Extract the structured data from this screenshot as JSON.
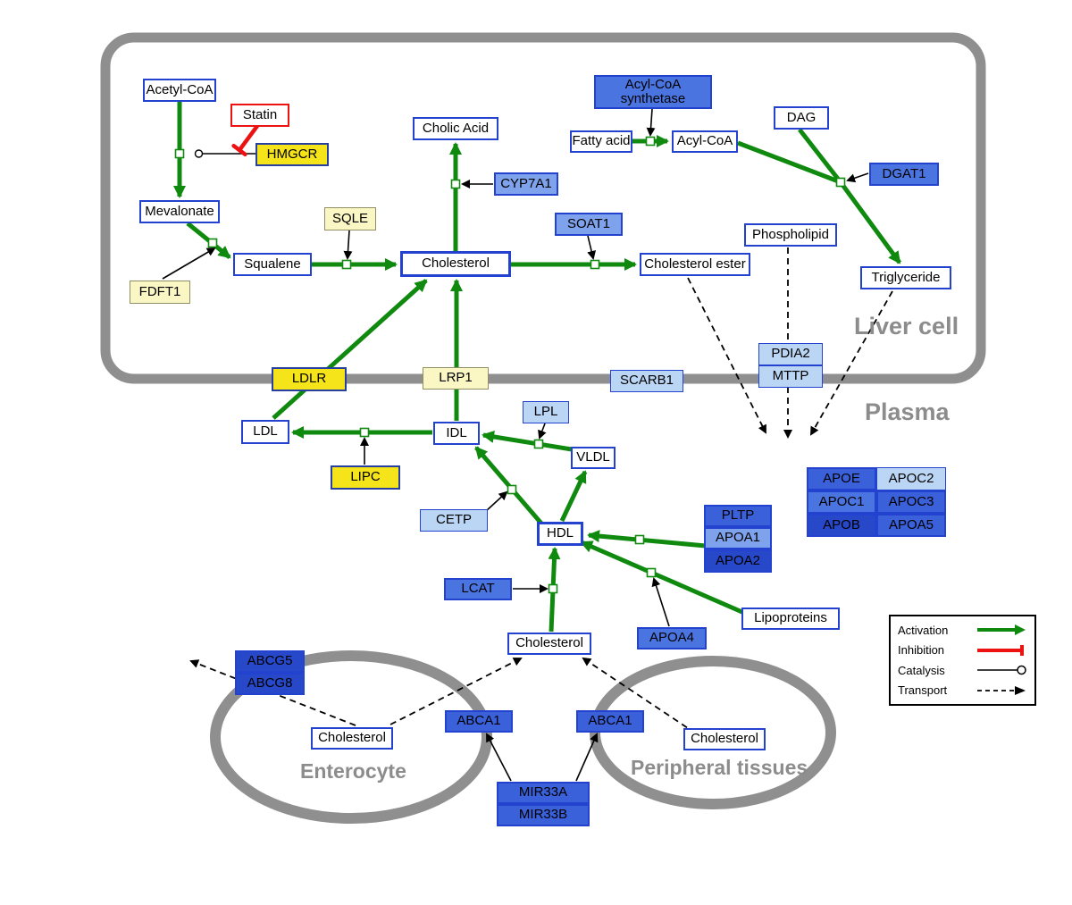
{
  "regions": {
    "liver_cell": "Liver cell",
    "plasma": "Plasma",
    "enterocyte": "Enterocyte",
    "peripheral_tissues": "Peripheral tissues"
  },
  "nodes": {
    "acetyl_coa": "Acetyl-CoA",
    "statin": "Statin",
    "hmgcr": "HMGCR",
    "mevalonate": "Mevalonate",
    "fdft1": "FDFT1",
    "squalene": "Squalene",
    "sqle": "SQLE",
    "cholesterol": "Cholesterol",
    "cholic_acid": "Cholic Acid",
    "cyp7a1": "CYP7A1",
    "acyl_coa_synthetase": "Acyl-CoA synthetase",
    "fatty_acid": "Fatty acid",
    "acyl_coa": "Acyl-CoA",
    "dag": "DAG",
    "dgat1": "DGAT1",
    "soat1": "SOAT1",
    "cholesterol_ester": "Cholesterol ester",
    "phospholipid": "Phospholipid",
    "triglyceride": "Triglyceride",
    "ldlr": "LDLR",
    "lrp1": "LRP1",
    "scarb1": "SCARB1",
    "pdia2": "PDIA2",
    "mttp": "MTTP",
    "ldl": "LDL",
    "idl": "IDL",
    "lpl": "LPL",
    "vldl": "VLDL",
    "lipc": "LIPC",
    "cetp": "CETP",
    "hdl": "HDL",
    "pltp": "PLTP",
    "apoa1": "APOA1",
    "apoa2": "APOA2",
    "apoe": "APOE",
    "apoc2": "APOC2",
    "apoc1": "APOC1",
    "apoc3": "APOC3",
    "apob": "APOB",
    "apoa5": "APOA5",
    "lcat": "LCAT",
    "apoa4": "APOA4",
    "lipoproteins": "Lipoproteins",
    "abcg5": "ABCG5",
    "abcg8": "ABCG8",
    "abca1": "ABCA1",
    "mir33a": "MIR33A",
    "mir33b": "MIR33B"
  },
  "legend": {
    "activation": "Activation",
    "inhibition": "Inhibition",
    "catalysis": "Catalysis",
    "transport": "Transport"
  },
  "colors": {
    "activation_green": "#0f8a0f",
    "inhibition_red": "#ec1212",
    "node_border_blue": "#2342cf",
    "membrane_gray": "#8f8f8f",
    "gene_blue": "#4a74e0",
    "gene_dark_blue": "#2748c8",
    "gene_light_blue": "#bad6f4",
    "enzyme_yellow": "#f6e41a",
    "enzyme_pale_yellow": "#fbf7c4"
  }
}
